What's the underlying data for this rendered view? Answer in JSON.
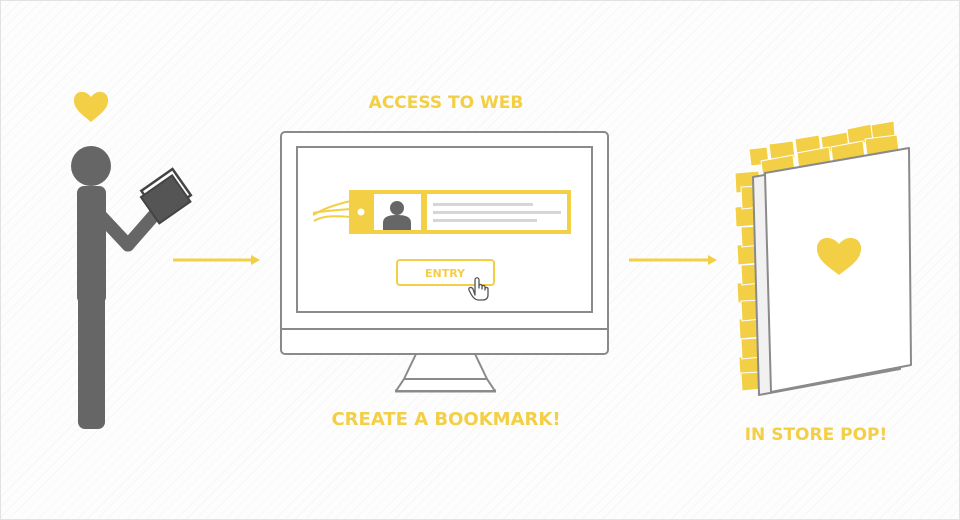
{
  "labels": {
    "access": "ACCESS TO WEB",
    "bookmark": "CREATE A BOOKMARK!",
    "pop": "IN STORE POP!",
    "entry_button": "ENTRY"
  },
  "colors": {
    "accent": "#f3cf45",
    "figure": "#666666",
    "outline": "#8a8a8a",
    "text_lines": "#d6d6d6"
  },
  "icons": [
    "heart-icon",
    "person-reading-icon",
    "arrow-right-icon",
    "monitor-icon",
    "avatar-icon",
    "hand-cursor-icon",
    "store-pop-icon"
  ]
}
